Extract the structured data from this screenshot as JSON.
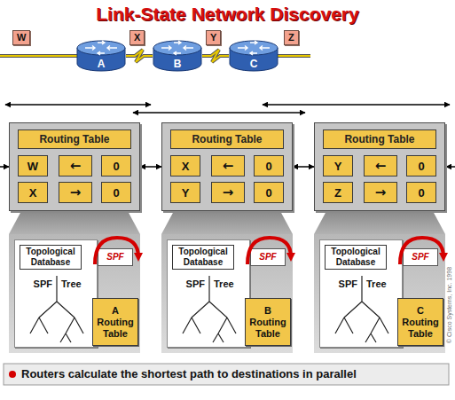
{
  "diagram": {
    "title": "Link-State Network Discovery",
    "caption": "Routers calculate the shortest path to destinations in parallel",
    "nodes": [
      {
        "text": [
          "W"
        ]
      },
      {
        "text": [
          "A"
        ]
      },
      {
        "text": [
          "X"
        ]
      },
      {
        "text": [
          "B"
        ]
      },
      {
        "text": [
          "Y"
        ]
      },
      {
        "text": [
          "C"
        ]
      },
      {
        "text": [
          "Z"
        ]
      },
      {
        "text": [
          "Routing Table"
        ]
      },
      {
        "text": [
          "W"
        ],
        "in": 7
      },
      {
        "text": [
          "←"
        ],
        "in": 7
      },
      {
        "text": [
          "0"
        ],
        "in": 7
      },
      {
        "text": [
          "X"
        ],
        "in": 7
      },
      {
        "text": [
          "→"
        ],
        "in": 7
      },
      {
        "text": [
          "0"
        ],
        "in": 7
      },
      {
        "text": [
          "Routing Table"
        ]
      },
      {
        "text": [
          "X"
        ],
        "in": 14
      },
      {
        "text": [
          "←"
        ],
        "in": 14
      },
      {
        "text": [
          "0"
        ],
        "in": 14
      },
      {
        "text": [
          "Y"
        ],
        "in": 14
      },
      {
        "text": [
          "→"
        ],
        "in": 14
      },
      {
        "text": [
          "0"
        ],
        "in": 14
      },
      {
        "text": [
          "Routing Table"
        ]
      },
      {
        "text": [
          "Y"
        ],
        "in": 21
      },
      {
        "text": [
          "←"
        ],
        "in": 21
      },
      {
        "text": [
          "0"
        ],
        "in": 21
      },
      {
        "text": [
          "Z"
        ],
        "in": 21
      },
      {
        "text": [
          "→"
        ],
        "in": 21
      },
      {
        "text": [
          "0"
        ],
        "in": 21
      },
      {
        "text": [
          "Topological Database",
          "SPF",
          "Tree"
        ]
      },
      {
        "text": [
          "SPF"
        ]
      },
      {
        "text": [
          "A Routing Table"
        ]
      },
      {
        "text": [
          "Topological Database",
          "SPF",
          "Tree"
        ]
      },
      {
        "text": [
          "SPF"
        ]
      },
      {
        "text": [
          "B Routing Table"
        ]
      },
      {
        "text": [
          "Topological Database",
          "SPF",
          "Tree"
        ]
      },
      {
        "text": [
          "SPF"
        ]
      },
      {
        "text": [
          "C Routing Table"
        ]
      }
    ],
    "edges": [
      {
        "from": 1,
        "to": 3,
        "arrow": "none"
      },
      {
        "from": 3,
        "to": 5,
        "arrow": "none"
      },
      {
        "from": 7,
        "to": 14,
        "arrow": "both"
      },
      {
        "from": 14,
        "to": 21,
        "arrow": "both"
      }
    ],
    "labels": [
      "© Cisco Systems, Inc. 1998"
    ]
  }
}
